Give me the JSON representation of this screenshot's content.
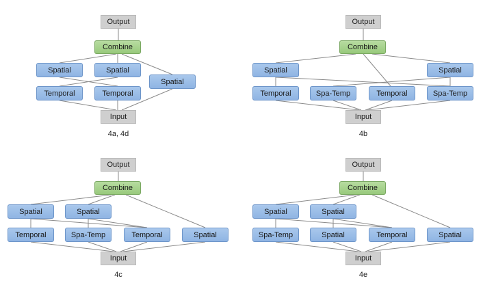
{
  "diagrams": [
    {
      "caption": "4a, 4d",
      "output": "Output",
      "combine": "Combine",
      "input": "Input",
      "top_row": [
        "Spatial",
        "Spatial"
      ],
      "bottom_row": [
        "Temporal",
        "Temporal"
      ],
      "side": "Spatial"
    },
    {
      "caption": "4b",
      "output": "Output",
      "combine": "Combine",
      "input": "Input",
      "top_row": [
        "Spatial",
        "Spatial"
      ],
      "bottom_row": [
        "Temporal",
        "Spa-Temp",
        "Temporal",
        "Spa-Temp"
      ]
    },
    {
      "caption": "4c",
      "output": "Output",
      "combine": "Combine",
      "input": "Input",
      "top_row": [
        "Spatial",
        "Spatial"
      ],
      "bottom_row": [
        "Temporal",
        "Spa-Temp",
        "Temporal",
        "Spatial"
      ]
    },
    {
      "caption": "4e",
      "output": "Output",
      "combine": "Combine",
      "input": "Input",
      "top_row": [
        "Spatial",
        "Spatial"
      ],
      "bottom_row": [
        "Spa-Temp",
        "Spatial",
        "Temporal",
        "Spatial"
      ]
    }
  ],
  "colors": {
    "block": "#9dbde8",
    "combine": "#a8d38d",
    "io": "#cfcfcf",
    "edge": "#8a8a8a"
  }
}
